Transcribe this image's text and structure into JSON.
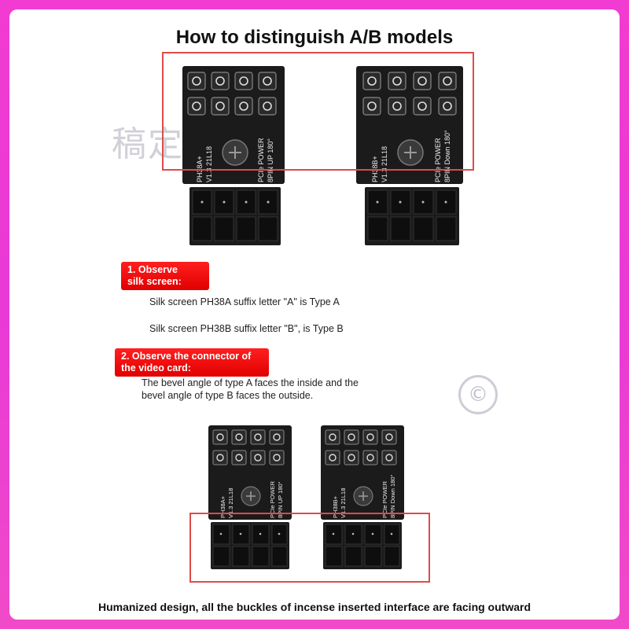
{
  "title": "How to distinguish A/B models",
  "watermark_text": "稿定",
  "copyright_symbol": "©",
  "connectors": {
    "type_a": {
      "model": "PH38A+",
      "version": "V1.3  21L18",
      "line1": "PCIe POWER",
      "line2": "8PIN UP 180°"
    },
    "type_b": {
      "model": "PH38B+",
      "version": "V1.3  21L18",
      "line1": "PCIe POWER",
      "line2": "8PIN Down 180°"
    }
  },
  "section1": {
    "label_line1": "1. Observe",
    "label_line2": "silk screen:",
    "text_a": "Silk screen PH38A suffix letter \"A\" is Type A",
    "text_b": "Silk screen PH38B suffix letter \"B\", is Type B"
  },
  "section2": {
    "label_line1": "2. Observe the connector of",
    "label_line2": "the video card:",
    "text_line1": "The bevel angle of type A faces the inside and the",
    "text_line2": "bevel angle of type B faces the outside."
  },
  "footer": "Humanized design, all the buckles of incense inserted interface are facing outward",
  "colors": {
    "border_gradient": "#f23bd0",
    "highlight_box": "#e04a4a",
    "label_bg": "#ff1f1f",
    "connector_body": "#1b1b1b"
  }
}
